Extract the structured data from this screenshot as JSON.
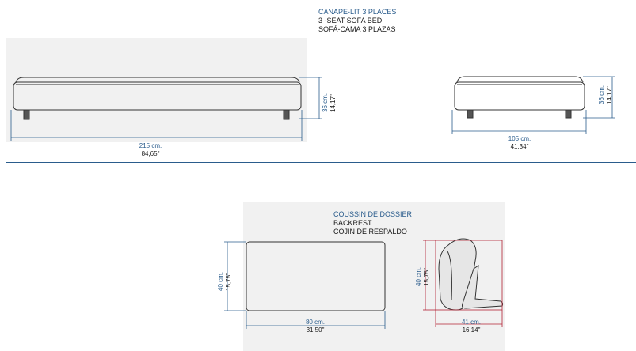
{
  "sofa_bed": {
    "title": [
      "CANAPE-LIT 3 PLACES",
      "3 -SEAT SOFA BED",
      "SOFÁ-CAMA 3 PLAZAS"
    ],
    "front_width": {
      "metric": "215 cm.",
      "imperial": "84,65\""
    },
    "front_height": {
      "metric": "36 cm.",
      "imperial": "14,17\""
    },
    "side_width": {
      "metric": "105 cm.",
      "imperial": "41,34\""
    },
    "side_height": {
      "metric": "36 cm.",
      "imperial": "14,17\""
    }
  },
  "backrest": {
    "title": [
      "COUSSIN DE DOSSIER",
      "BACKREST",
      "COJÍN DE RESPALDO"
    ],
    "front_width": {
      "metric": "80 cm.",
      "imperial": "31,50\""
    },
    "front_height": {
      "metric": "40 cm.",
      "imperial": "15,75\""
    },
    "side_width": {
      "metric": "41 cm.",
      "imperial": "16,14\""
    },
    "side_height": {
      "metric": "40 cm.",
      "imperial": "15,75\""
    }
  },
  "colors": {
    "metric": "#2a5c8c",
    "imperial": "#1a1a1a",
    "dimension_line": "#2a5c8c",
    "side_dimension_line": "#b22234",
    "panel": "#f1f1f1"
  }
}
